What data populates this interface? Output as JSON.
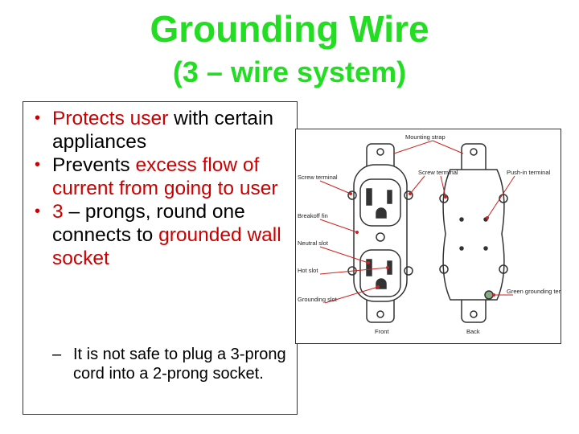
{
  "slide": {
    "title": "Grounding Wire",
    "subtitle": "(3 – wire system)"
  },
  "bullets": [
    {
      "parts": [
        {
          "text": "Protects user",
          "red": true
        },
        {
          "text": " with certain appliances",
          "red": false
        }
      ]
    },
    {
      "parts": [
        {
          "text": "Prevents ",
          "red": false
        },
        {
          "text": "excess flow of current from going to user",
          "red": true
        }
      ]
    },
    {
      "parts": [
        {
          "text": "3",
          "red": true
        },
        {
          "text": " – prongs, round one connects to ",
          "red": false
        },
        {
          "text": "grounded wall socket",
          "red": true
        }
      ]
    }
  ],
  "subbullet": {
    "dash": "–",
    "text": "It is not safe to plug a 3-prong cord into a 2-prong socket."
  },
  "diagram": {
    "labels": {
      "mounting_strap": "Mounting strap",
      "screw_terminal_left": "Screw terminal",
      "screw_terminal_right": "Screw terminal",
      "push_in_terminal": "Push-in terminal",
      "breakoff_fin": "Breakoff fin",
      "neutral_slot": "Neutral slot",
      "hot_slot": "Hot slot",
      "grounding_slot": "Grounding slot",
      "green_grounding_terminal": "Green grounding terminal",
      "front": "Front",
      "back": "Back"
    },
    "colors": {
      "leader": "#cc2222",
      "outline": "#333333"
    }
  },
  "colors": {
    "title": "#22dd22",
    "accent": "#cc0000"
  }
}
